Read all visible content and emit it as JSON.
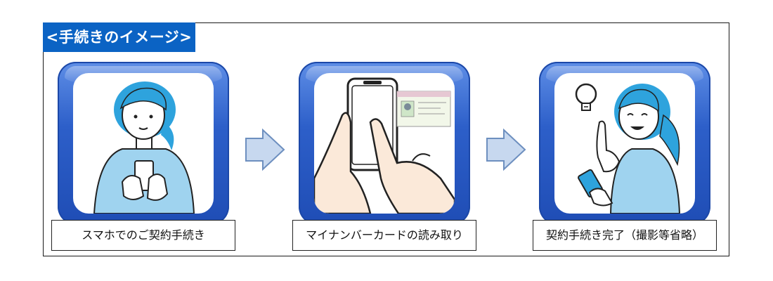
{
  "title": "<手続きのイメージ>",
  "steps": [
    {
      "label": "スマホでのご契約手続き",
      "illustration": "woman-holding-smartphone"
    },
    {
      "label": "マイナンバーカードの読み取り",
      "illustration": "hands-phone-reading-mynumber-card"
    },
    {
      "label": "契約手続き完了（撮影等省略）",
      "illustration": "woman-with-lightbulb-idea"
    }
  ],
  "colors": {
    "title_bg": "#0b63c4",
    "panel_blue": "#2d5fc9",
    "arrow": "#c7d8ef",
    "hair": "#2ea3dd",
    "sweater": "#9fd3ef"
  },
  "connector": "arrow-right-icon"
}
